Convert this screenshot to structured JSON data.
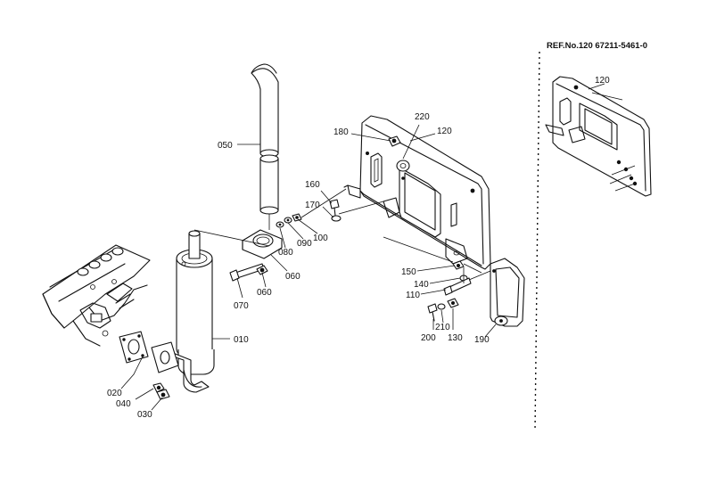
{
  "reference": {
    "text": "REF.No.120  67211-5461-0"
  },
  "part_numbers": {
    "p010": "010",
    "p020": "020",
    "p030": "030",
    "p040": "040",
    "p050": "050",
    "p060a": "060",
    "p060b": "060",
    "p070": "070",
    "p080": "080",
    "p090": "090",
    "p100": "100",
    "p110": "110",
    "p120": "120",
    "p130": "130",
    "p140": "140",
    "p150": "150",
    "p160": "160",
    "p170": "170",
    "p180": "180",
    "p190": "190",
    "p200": "200",
    "p210": "210",
    "p220": "220",
    "p120_inset": "120"
  }
}
